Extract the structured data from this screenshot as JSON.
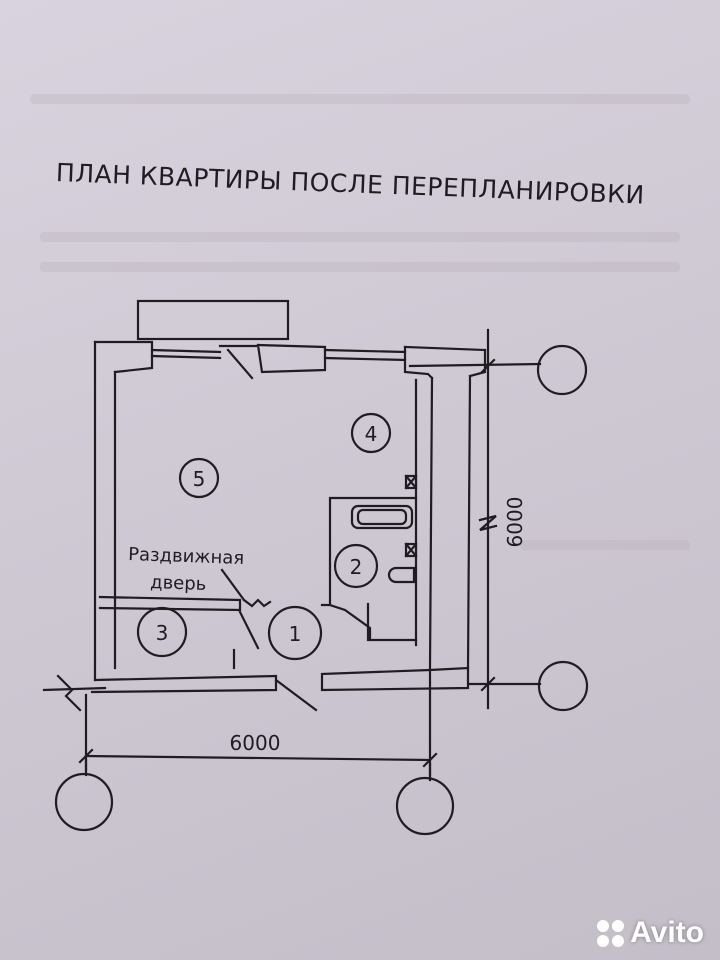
{
  "title": "ПЛАН КВАРТИРЫ ПОСЛЕ ПЕРЕПЛАНИРОВКИ",
  "rooms": {
    "r1": "1",
    "r2": "2",
    "r3": "3",
    "r4": "4",
    "r5": "5"
  },
  "door_label": {
    "line1": "Раздвижная",
    "line2": "дверь"
  },
  "dimensions": {
    "horizontal": "6000",
    "vertical": "6000"
  },
  "watermark": {
    "brand": "Avito",
    "icon": "avito-logo-icon"
  },
  "colors": {
    "ink": "#1f1c22",
    "paper": "#d4cfd9"
  }
}
